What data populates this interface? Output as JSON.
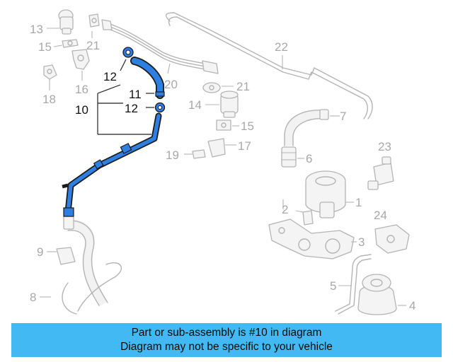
{
  "diagram": {
    "callouts": {
      "c1": "1",
      "c2": "2",
      "c3": "3",
      "c4": "4",
      "c5": "5",
      "c6": "6",
      "c7": "7",
      "c8": "8",
      "c9": "9",
      "c10": "10",
      "c11": "11",
      "c12a": "12",
      "c12b": "12",
      "c13": "13",
      "c14": "14",
      "c15a": "15",
      "c15b": "15",
      "c16": "16",
      "c17": "17",
      "c18": "18",
      "c19": "19",
      "c20": "20",
      "c21a": "21",
      "c21b": "21",
      "c22": "22",
      "c23": "23",
      "c24": "24"
    },
    "colors": {
      "highlight": "#2e7fe0",
      "highlight_outline": "#1a1a1a",
      "part_grey": "#b4b4b4",
      "banner": "#42b9f2"
    }
  },
  "banner": {
    "line1": "Part or sub-assembly is #10 in diagram",
    "line2": "Diagram may not be specific to your vehicle"
  }
}
